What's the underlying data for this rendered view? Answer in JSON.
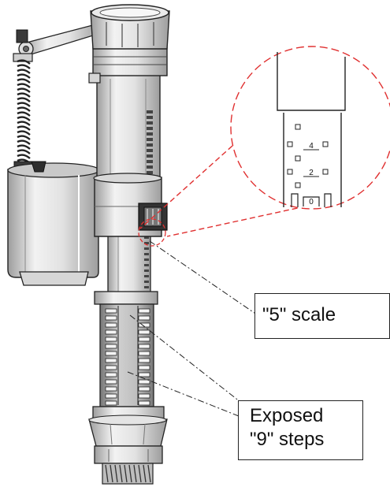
{
  "magnifier": {
    "scale_marks": [
      "4",
      "2",
      "0"
    ]
  },
  "callouts": {
    "scale_label": "\"5\" scale",
    "steps_label_line1": "Exposed",
    "steps_label_line2": "\"9\" steps"
  },
  "colors": {
    "outline": "#222222",
    "body_fill": "#e4e4e4",
    "body_light": "#f2f2f2",
    "body_shade": "#b8b8b8",
    "dark_part": "#2c2c2c",
    "magnifier_dash": "#e03030"
  }
}
